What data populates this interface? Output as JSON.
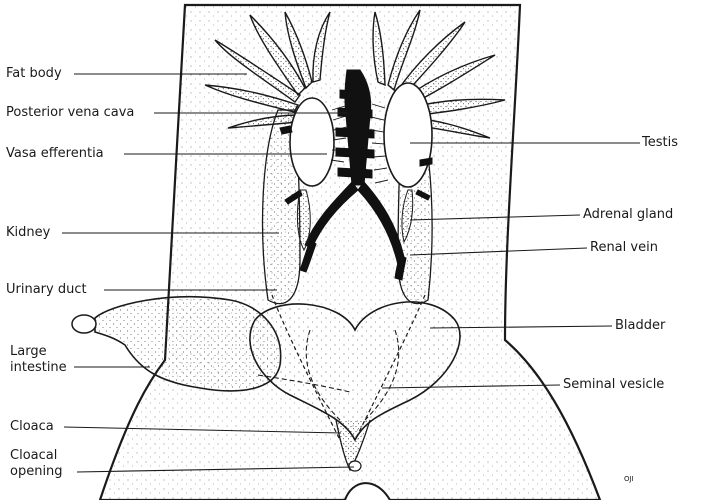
{
  "labels": {
    "fat_body": "Fat body",
    "posterior_vena_cava": "Posterior vena cava",
    "vasa_efferentia": "Vasa efferentia",
    "kidney": "Kidney",
    "urinary_duct": "Urinary duct",
    "large_intestine_line1": "Large",
    "large_intestine_line2": "intestine",
    "cloaca": "Cloaca",
    "cloacal_opening_line1": "Cloacal",
    "cloacal_opening_line2": "opening",
    "testis": "Testis",
    "adrenal_gland": "Adrenal gland",
    "renal_vein": "Renal vein",
    "bladder": "Bladder",
    "seminal_vesicle": "Seminal vesicle"
  },
  "signature": "OJI",
  "colors": {
    "ink": "#1a1a1a",
    "stipple": "#555555",
    "vein_fill": "#111111",
    "background": "#ffffff"
  }
}
